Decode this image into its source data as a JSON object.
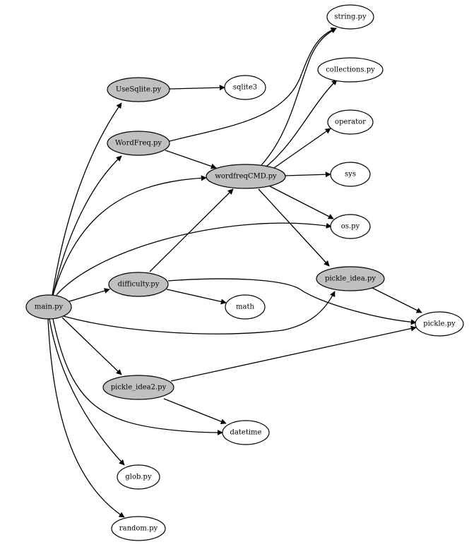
{
  "colors": {
    "internal_fill": "#c0c0c0",
    "external_fill": "#ffffff",
    "stroke": "#000000",
    "background": "#ffffff"
  },
  "nodes": {
    "main": {
      "label": "main.py",
      "kind": "internal"
    },
    "usesqlite": {
      "label": "UseSqlite.py",
      "kind": "internal"
    },
    "wordfreq": {
      "label": "WordFreq.py",
      "kind": "internal"
    },
    "wordfreqcmd": {
      "label": "wordfreqCMD.py",
      "kind": "internal"
    },
    "difficulty": {
      "label": "difficulty.py",
      "kind": "internal"
    },
    "pickle_idea": {
      "label": "pickle_idea.py",
      "kind": "internal"
    },
    "pickle_idea2": {
      "label": "pickle_idea2.py",
      "kind": "internal"
    },
    "string": {
      "label": "string.py",
      "kind": "external"
    },
    "collections": {
      "label": "collections.py",
      "kind": "external"
    },
    "operator": {
      "label": "operator",
      "kind": "external"
    },
    "sys": {
      "label": "sys",
      "kind": "external"
    },
    "os": {
      "label": "os.py",
      "kind": "external"
    },
    "sqlite3": {
      "label": "sqlite3",
      "kind": "external"
    },
    "math": {
      "label": "math",
      "kind": "external"
    },
    "pickle": {
      "label": "pickle.py",
      "kind": "external"
    },
    "datetime": {
      "label": "datetime",
      "kind": "external"
    },
    "glob": {
      "label": "glob.py",
      "kind": "external"
    },
    "random": {
      "label": "random.py",
      "kind": "external"
    }
  },
  "edges": [
    {
      "from": "main",
      "to": "usesqlite"
    },
    {
      "from": "main",
      "to": "wordfreq"
    },
    {
      "from": "main",
      "to": "wordfreqcmd"
    },
    {
      "from": "main",
      "to": "os"
    },
    {
      "from": "main",
      "to": "difficulty"
    },
    {
      "from": "main",
      "to": "pickle_idea"
    },
    {
      "from": "main",
      "to": "pickle_idea2"
    },
    {
      "from": "main",
      "to": "datetime"
    },
    {
      "from": "main",
      "to": "glob"
    },
    {
      "from": "main",
      "to": "random"
    },
    {
      "from": "usesqlite",
      "to": "sqlite3"
    },
    {
      "from": "wordfreq",
      "to": "string"
    },
    {
      "from": "wordfreq",
      "to": "wordfreqcmd"
    },
    {
      "from": "wordfreqcmd",
      "to": "string"
    },
    {
      "from": "wordfreqcmd",
      "to": "collections"
    },
    {
      "from": "wordfreqcmd",
      "to": "operator"
    },
    {
      "from": "wordfreqcmd",
      "to": "sys"
    },
    {
      "from": "wordfreqcmd",
      "to": "os"
    },
    {
      "from": "wordfreqcmd",
      "to": "pickle_idea"
    },
    {
      "from": "difficulty",
      "to": "wordfreqcmd"
    },
    {
      "from": "difficulty",
      "to": "math"
    },
    {
      "from": "difficulty",
      "to": "pickle"
    },
    {
      "from": "pickle_idea",
      "to": "pickle"
    },
    {
      "from": "pickle_idea2",
      "to": "pickle"
    },
    {
      "from": "pickle_idea2",
      "to": "datetime"
    }
  ]
}
